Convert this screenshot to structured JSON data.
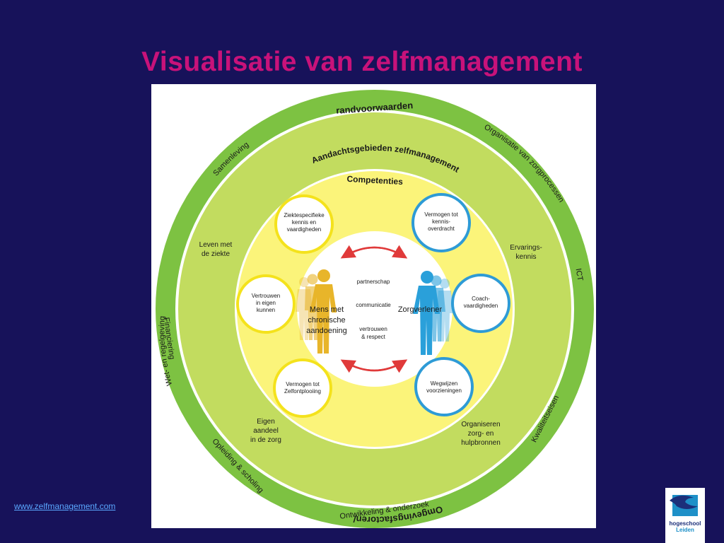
{
  "title": "Visualisatie van zelfmanagement",
  "diagram": {
    "outer_top_line1": "Omgevingsfactoren/",
    "outer_top_line2": "randvoorwaarden",
    "outer_left_labels": [
      "Samenleving",
      "Wet- en regelgeving",
      "Financiering",
      "Opleiding & scholing"
    ],
    "outer_right_labels": [
      "Organisatie van zorgprocessen",
      "ICT",
      "Kwaliteitseisen"
    ],
    "outer_bottom": "Ontwikkeling & onderzoek",
    "middle_top": "Aandachtsgebieden zelfmanagement",
    "middle_labels": {
      "leven_line1": "Leven met",
      "leven_line2": "de ziekte",
      "ervarings_line1": "Ervarings-",
      "ervarings_line2": "kennis",
      "eigen_line1": "Eigen",
      "eigen_line2": "aandeel",
      "eigen_line3": "in de zorg",
      "organiseren_line1": "Organiseren",
      "organiseren_line2": "zorg- en",
      "organiseren_line3": "hulpbronnen"
    },
    "competenties": "Competenties",
    "competence_circles": [
      {
        "lines": [
          "Ziektespecifieke",
          "kennis en",
          "vaardigheden"
        ],
        "color": "#f4e21c"
      },
      {
        "lines": [
          "Vertrouwen",
          "in eigen",
          "kunnen"
        ],
        "color": "#f4e21c"
      },
      {
        "lines": [
          "Vermogen tot",
          "Zelfontplooiing"
        ],
        "color": "#f4e21c"
      },
      {
        "lines": [
          "Vermogen tot",
          "kennis-",
          "overdracht"
        ],
        "color": "#2e9bd6"
      },
      {
        "lines": [
          "Coach-",
          "vaardigheden"
        ],
        "color": "#2e9bd6"
      },
      {
        "lines": [
          "Wegwijzen",
          "voorzieningen"
        ],
        "color": "#2e9bd6"
      }
    ],
    "center": {
      "person_line1": "Mens met",
      "person_line2": "chronische",
      "person_line3": "aandoening",
      "caregiver": "Zorgverlener",
      "partnerschap": "partnerschap",
      "communicatie": "communicatie",
      "vertrouwen_line1": "vertrouwen",
      "vertrouwen_line2": "& respect"
    },
    "colors": {
      "outer_ring": "#7dc242",
      "middle_ring": "#c2dc5f",
      "inner_ring": "#fbf47a",
      "center": "#ffffff",
      "arrow": "#e03a3a",
      "person_figure": "#e8b52a",
      "caregiver_figure": "#2aa0da"
    }
  },
  "footer": {
    "website": "www.zelfmanagement.com",
    "logo_line1": "hogeschool",
    "logo_line2": "Leiden"
  }
}
